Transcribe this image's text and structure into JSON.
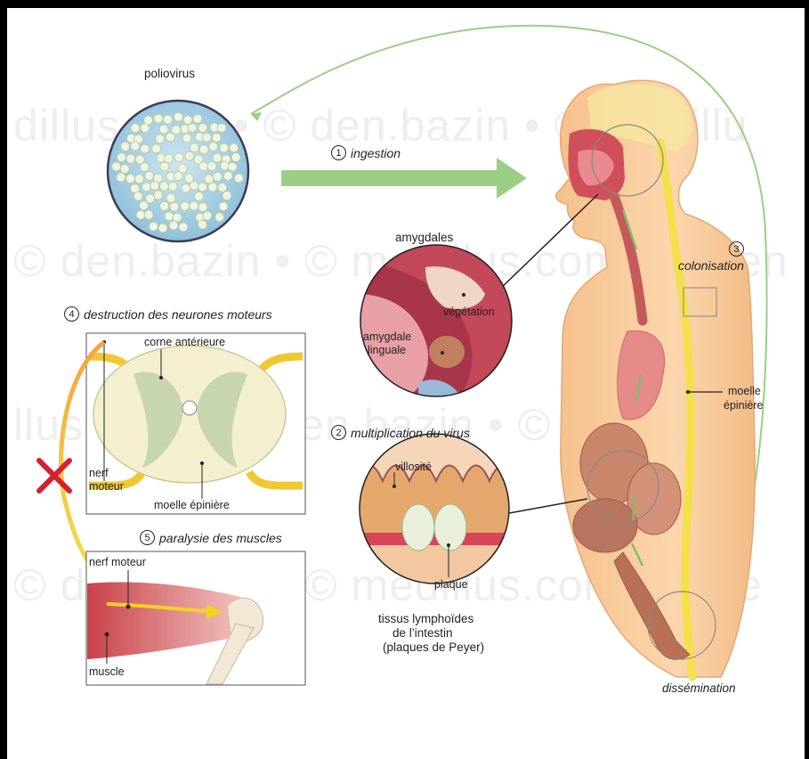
{
  "labels": {
    "poliovirus": "poliovirus",
    "amygdales": "amygdales",
    "vegetation": "végétation",
    "amygdale_linguale_1": "amygdale",
    "amygdale_linguale_2": "linguale",
    "villosite": "villosité",
    "plaque": "plaque",
    "tissus_1": "tissus lymphoïdes",
    "tissus_2": "de l’intestin",
    "tissus_3": "(plaques de Peyer)",
    "corne": "corne antérieure",
    "nerf_moteur_1": "nerf",
    "nerf_moteur_2": "moteur",
    "moelle_epiniere_section": "moelle épinière",
    "nerf_moteur_leg": "nerf moteur",
    "muscle": "muscle",
    "moelle_1": "moelle",
    "moelle_2": "épinière",
    "dissemination": "dissémination"
  },
  "steps": [
    {
      "num": "1",
      "text": "ingestion"
    },
    {
      "num": "2",
      "text": "multiplication du virus"
    },
    {
      "num": "3",
      "text": "colonisation"
    },
    {
      "num": "4",
      "text": "destruction des neurones moteurs"
    },
    {
      "num": "5",
      "text": "paralysie des muscles"
    }
  ],
  "watermark": {
    "row1": "dillus.com • © den.bazin • © medillu",
    "row2": "© den.bazin • © medillus.com • © den",
    "row3": "llus.com • © den.bazin • © medillus.",
    "row4": "© den.bazin • © medillus.com • © de"
  },
  "colors": {
    "arrow_green": "#9bcf84",
    "body_skin": "#f9cf9f",
    "spinal_cord": "#f4e04a",
    "intestine": "#c9866a",
    "cross_red": "#d4212b"
  }
}
